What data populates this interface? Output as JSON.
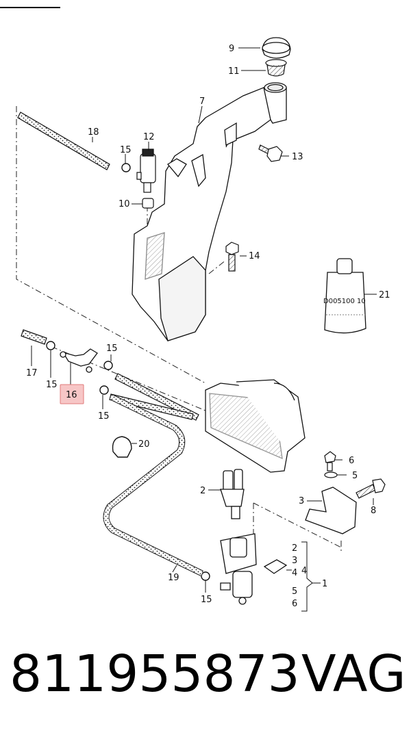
{
  "diagram": {
    "callouts": {
      "c1": "1",
      "c2": "2",
      "c3": "3",
      "c4": "4",
      "c5": "5",
      "c6": "6",
      "c7": "7",
      "c8": "8",
      "c9": "9",
      "c10": "10",
      "c11": "11",
      "c12": "12",
      "c13": "13",
      "c14": "14",
      "c15": "15",
      "c16": "16",
      "c17": "17",
      "c18": "18",
      "c19": "19",
      "c20": "20",
      "c21": "21"
    },
    "bracket_items": [
      "2",
      "3",
      "4",
      "5",
      "6"
    ],
    "bottle_code": "D005100 10",
    "highlight_color": "#f7c6c6",
    "highlight_border": "#e07a7a"
  },
  "footer": {
    "part_number": "811955873",
    "brand": "VAG"
  }
}
